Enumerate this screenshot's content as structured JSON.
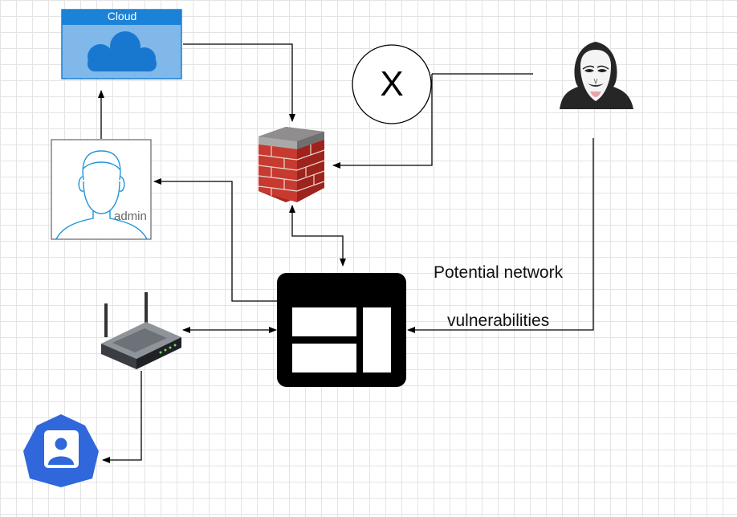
{
  "nodes": {
    "cloud": {
      "title": "Cloud",
      "icon": "cloud-icon",
      "fill": "#7fb7e8",
      "header": "#1b82d8"
    },
    "admin": {
      "label": "admin",
      "icon": "user-avatar-icon"
    },
    "firewall": {
      "icon": "brick-firewall-icon"
    },
    "blocked": {
      "label": "X"
    },
    "attacker": {
      "icon": "anonymous-hacker-icon"
    },
    "server": {
      "icon": "server-layout-icon"
    },
    "router": {
      "icon": "wireless-router-icon"
    },
    "user": {
      "icon": "user-badge-icon",
      "color": "#326ce5"
    }
  },
  "annotation": {
    "line1": "Potential network",
    "line2": "vulnerabilities"
  }
}
